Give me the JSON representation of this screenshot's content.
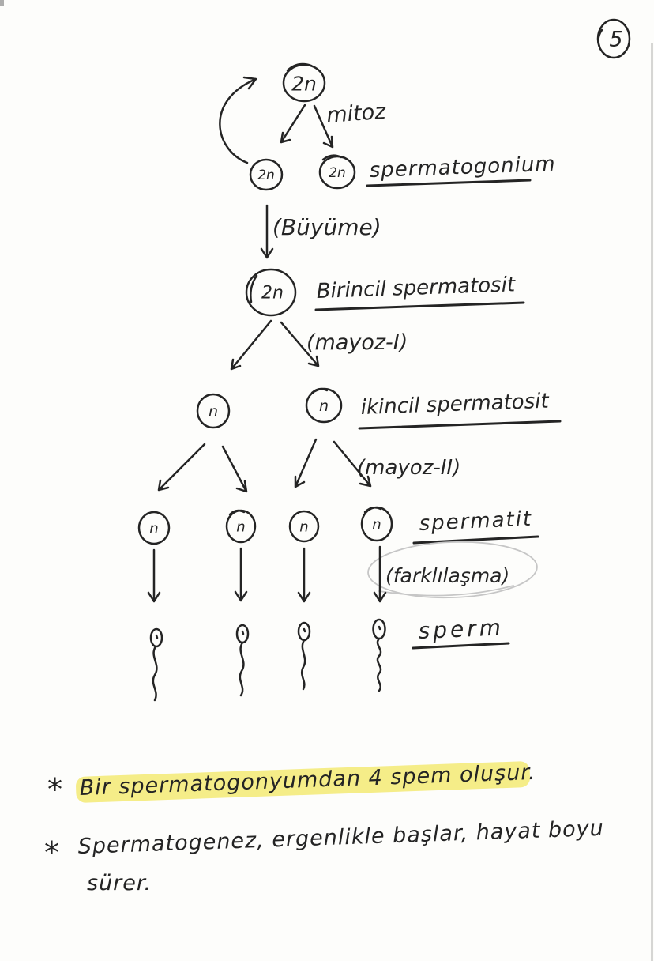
{
  "page": {
    "number": "5"
  },
  "colors": {
    "ink": "#242424",
    "pencil": "#c6c6c6",
    "highlight": "#f3e96b",
    "paper": "#fdfdfb",
    "scan_edge": "#b0aeac"
  },
  "cells": {
    "spermatogonium_top": "2n",
    "spermatogonium_left": "2n",
    "spermatogonium_right": "2n",
    "primary_spermatocyte": "2n",
    "secondary_left": "n",
    "secondary_right": "n",
    "spermatid_1": "n",
    "spermatid_2": "n",
    "spermatid_3": "n",
    "spermatid_4": "n"
  },
  "labels": {
    "mitoz": "mitoz",
    "spermatogonium": "spermatogonium",
    "buyume": "(Büyüme)",
    "birincil_spermatosit": "Birincil spermatosit",
    "mayoz_1": "(mayoz-I)",
    "ikincil_spermatosit": "ikincil spermatosit",
    "mayoz_2": "(mayoz-II)",
    "spermatit": "spermatit",
    "farklilasma": "(farklılaşma)",
    "sperm": "sperm"
  },
  "notes": {
    "bullet": "*",
    "line1": "Bir spermatogonyumdan 4 spem oluşur.",
    "line2": "Spermatogenez, ergenlikle başlar, hayat boyu",
    "line3": "sürer."
  }
}
